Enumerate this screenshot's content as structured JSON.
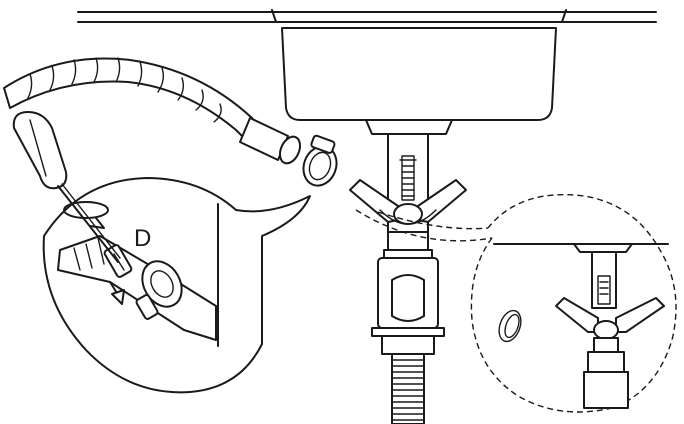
{
  "figure": {
    "callout_label": "D",
    "icons": [
      "sink-basin",
      "drain-pipe",
      "hose",
      "hose-clamp",
      "screwdriver",
      "siphon"
    ]
  }
}
